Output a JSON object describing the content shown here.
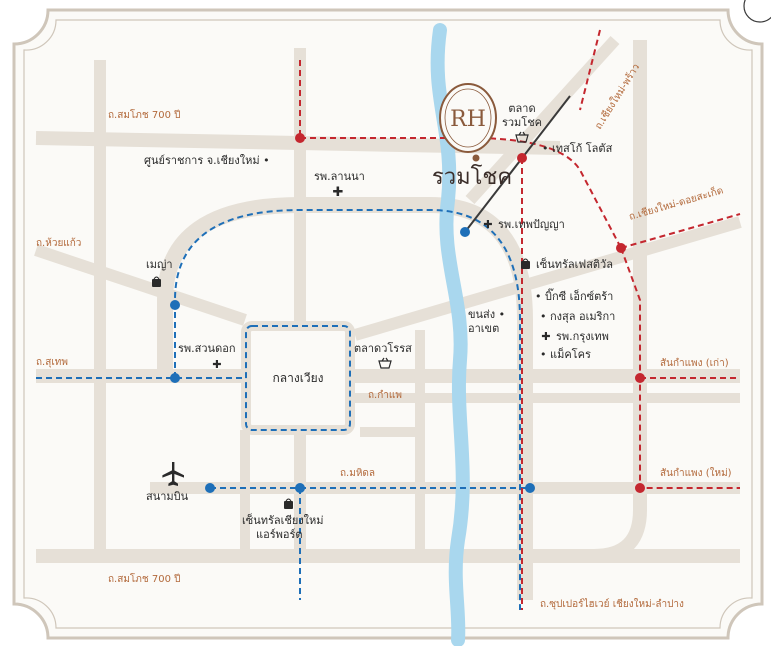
{
  "colors": {
    "frame_stroke": "#cfc6ba",
    "map_bg": "#fbfaf7",
    "road": "#e6e0d7",
    "river": "#a9d7ee",
    "blue_route": "#1e6fb8",
    "red_route": "#c4272f",
    "black_line": "#3a3a3a",
    "road_label": "#b36a3c",
    "brand": "#8a5a3c"
  },
  "brand": {
    "logo_letters": "RH",
    "name": "รวมโชค"
  },
  "roads": {
    "sompot_top": "ถ.สมโภช 700 ปี",
    "sompot_bottom": "ถ.สมโภช 700 ปี",
    "huaykaew": "ถ.ห้วยแก้ว",
    "suthep": "ถ.สุเทพ",
    "kampaeng": "ถ.กำแพ",
    "mahidol": "ถ.มหิดล",
    "chiangmai_phrao": "ถ.เชียงใหม่-พร้าว",
    "chiangmai_doisaket": "ถ.เชียงใหม่-ดอยสะเก็ด",
    "sankamphaeng_old": "สันกำแพง (เก่า)",
    "sankamphaeng_new": "สันกำแพง (ใหม่)",
    "superhighway": "ถ.ซุปเปอร์ไฮเวย์ เชียงใหม่-ลำปาง"
  },
  "places": {
    "talad_line1": "ตลาด",
    "talad_line2": "รวมโชค",
    "tesco": "• เทสโก้ โลตัส",
    "govt_center": "ศูนย์ราชการ จ.เชียงใหม่ •",
    "lanna_hospital": "รพ.ลานนา",
    "thepanya_hospital": "รพ.เทพปัญญา",
    "central_festival": "เซ็นทรัลเฟสติวัล",
    "maya": "เมญ่า",
    "bigc": "• บิ๊กซี เอ็กซ์ตร้า",
    "kongsul": "• กงสุล อเมริกา",
    "bangkok_hospital": "รพ.กรุงเทพ",
    "makro": "• แม็คโคร",
    "khonsong_line1": "ขนส่ง •",
    "khonsong_line2": "อาเขต",
    "suandok_hospital": "รพ.สวนดอก",
    "klang_wiang": "กลางเวียง",
    "warorot": "ตลาดวโรรส",
    "airport": "สนามบิน",
    "central_airport_line1": "เซ็นทรัลเชียงใหม่",
    "central_airport_line2": "แอร์พอร์ต"
  }
}
